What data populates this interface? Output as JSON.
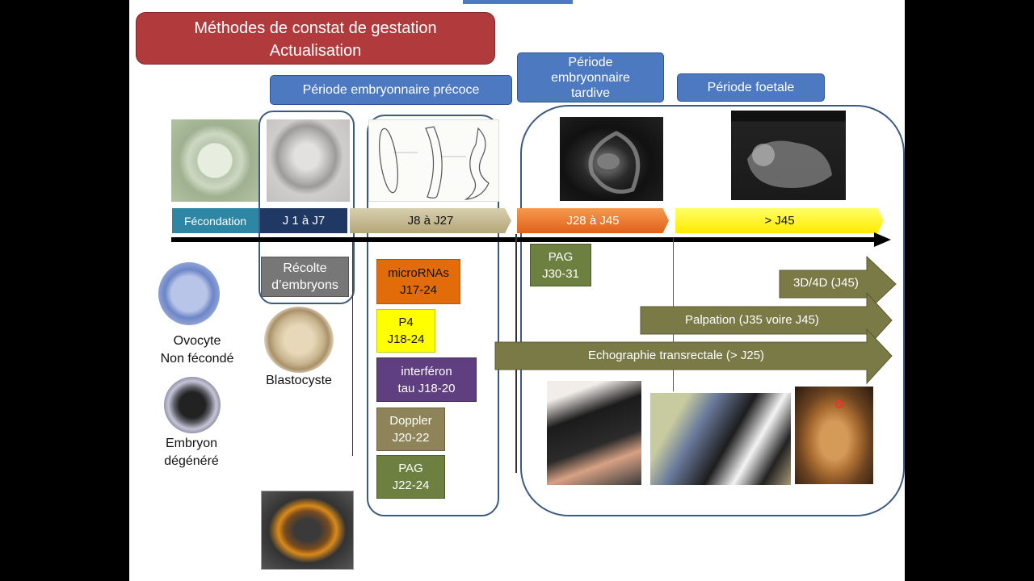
{
  "title": {
    "line1": "Méthodes de constat de gestation",
    "line2": "Actualisation"
  },
  "periods": {
    "precoce": "Période embryonnaire précoce",
    "tardive_l1": "Période",
    "tardive_l2": "embryonnaire",
    "tardive_l3": "tardive",
    "foetale": "Période foetale"
  },
  "timeline": [
    "Fécondation",
    "J 1 à J7",
    "J8 à J27",
    "J28 à J45",
    "> J45"
  ],
  "colors": {
    "fecondation": "#2d86a3",
    "j1_j7": "#1f3864",
    "j8_j27": "#c2b690",
    "j28_j45": "#f0721e",
    "j45": "#ffff00",
    "olive": "#7a7a47",
    "orange": "#e36c0a",
    "yellow": "#ffff00",
    "purple": "#5f3f7f",
    "tan": "#8f8459",
    "green": "#6d8040",
    "gray": "#777777"
  },
  "recolte": {
    "l1": "Récolte",
    "l2": "d’embryons"
  },
  "methods": {
    "microrna": {
      "l1": "microRNAs",
      "l2": "J17-24"
    },
    "p4": {
      "l1": "P4",
      "l2": "J18-24"
    },
    "interferon": {
      "l1": "interféron",
      "l2": "tau J18-20"
    },
    "doppler": {
      "l1": "Doppler",
      "l2": "J20-22"
    },
    "pag_early": {
      "l1": "PAG",
      "l2": "J22-24"
    },
    "pag_late": {
      "l1": "PAG",
      "l2": "J30-31"
    }
  },
  "arrows": {
    "d3d4d": "3D/4D (J45)",
    "palpation": "Palpation (J35 voire J45)",
    "echo": "Echographie transrectale (> J25)"
  },
  "captions": {
    "ovocyte_l1": "Ovocyte",
    "ovocyte_l2": "Non fécondé",
    "embryon_l1": "Embryon",
    "embryon_l2": "dégénéré",
    "blastocyste": "Blastocyste"
  }
}
